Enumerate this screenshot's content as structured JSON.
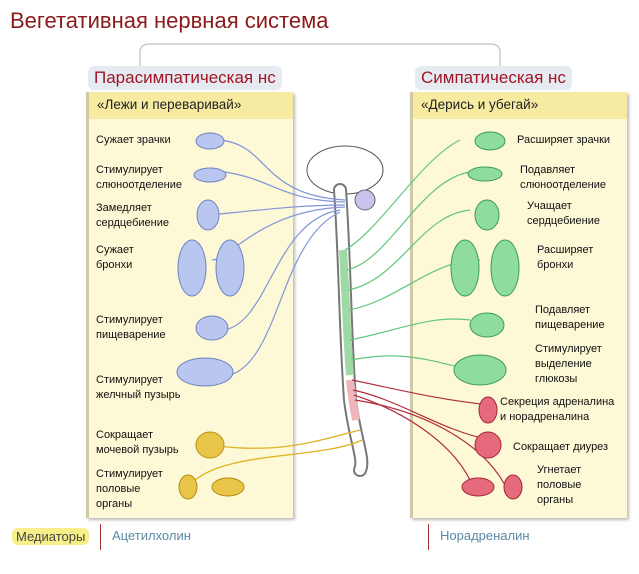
{
  "title": "Вегетативная нервная система",
  "parasympathetic": {
    "name": "Парасимпатическая нс",
    "motto": "«Лежи и переваривай»",
    "effects": [
      [
        "Сужает зрачки"
      ],
      [
        "Стимулирует",
        "слюноотделение"
      ],
      [
        "Замедляет",
        "сердцебиение"
      ],
      [
        "Сужает",
        "бронхи"
      ],
      [
        "Стимулирует",
        "пищеварение"
      ],
      [
        "Стимулирует",
        "желчный пузырь"
      ],
      [
        "Сокращает",
        "мочевой пузырь"
      ],
      [
        "Стимулирует",
        "половые",
        "органы"
      ]
    ]
  },
  "sympathetic": {
    "name": "Симпатическая нс",
    "motto": "«Дерись и убегай»",
    "effects": [
      [
        "Расширяет зрачки"
      ],
      [
        "Подавляет",
        "слюноотделение"
      ],
      [
        "Учащает",
        "сердцебиение"
      ],
      [
        "Расширяет",
        "бронхи"
      ],
      [
        "Подавляет",
        "пищеварение"
      ],
      [
        "Стимулирует",
        "выделение",
        "глюкозы"
      ],
      [
        "Секреция адреналина",
        "и норадреналина"
      ],
      [
        "Сокращает диурез"
      ],
      [
        "Угнетает",
        "половые",
        "органы"
      ]
    ]
  },
  "legend": {
    "label": "Медиаторы",
    "left": "Ацетилхолин",
    "right": "Норадреналин"
  },
  "colors": {
    "para": "#7f95d8",
    "symp": "#5fc77a",
    "sacral": "#e0b020",
    "adrenal": "#c8384a",
    "title": "#8b1a1a"
  }
}
